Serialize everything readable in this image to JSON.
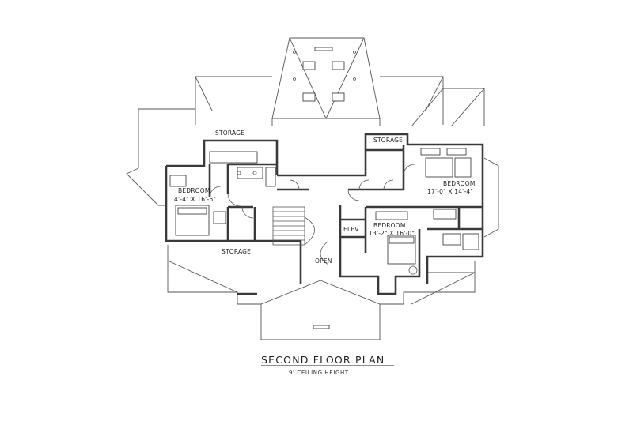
{
  "plan": {
    "title": "SECOND FLOOR PLAN",
    "subtitle": "9' CEILING HEIGHT",
    "rooms": [
      {
        "name": "BEDROOM",
        "size": "14'-4\" X 16'-6\""
      },
      {
        "name": "BEDROOM",
        "size": "17'-0\" X 14'-4\""
      },
      {
        "name": "BEDROOM",
        "size": "13'-2\" X 16'-0\""
      }
    ],
    "labels": {
      "storage_top_left": "STORAGE",
      "storage_top_right": "STORAGE",
      "storage_bottom_left": "STORAGE",
      "elevator": "ELEV",
      "open": "OPEN"
    }
  },
  "colors": {
    "line": "#3a3a3a",
    "background": "#ffffff"
  }
}
